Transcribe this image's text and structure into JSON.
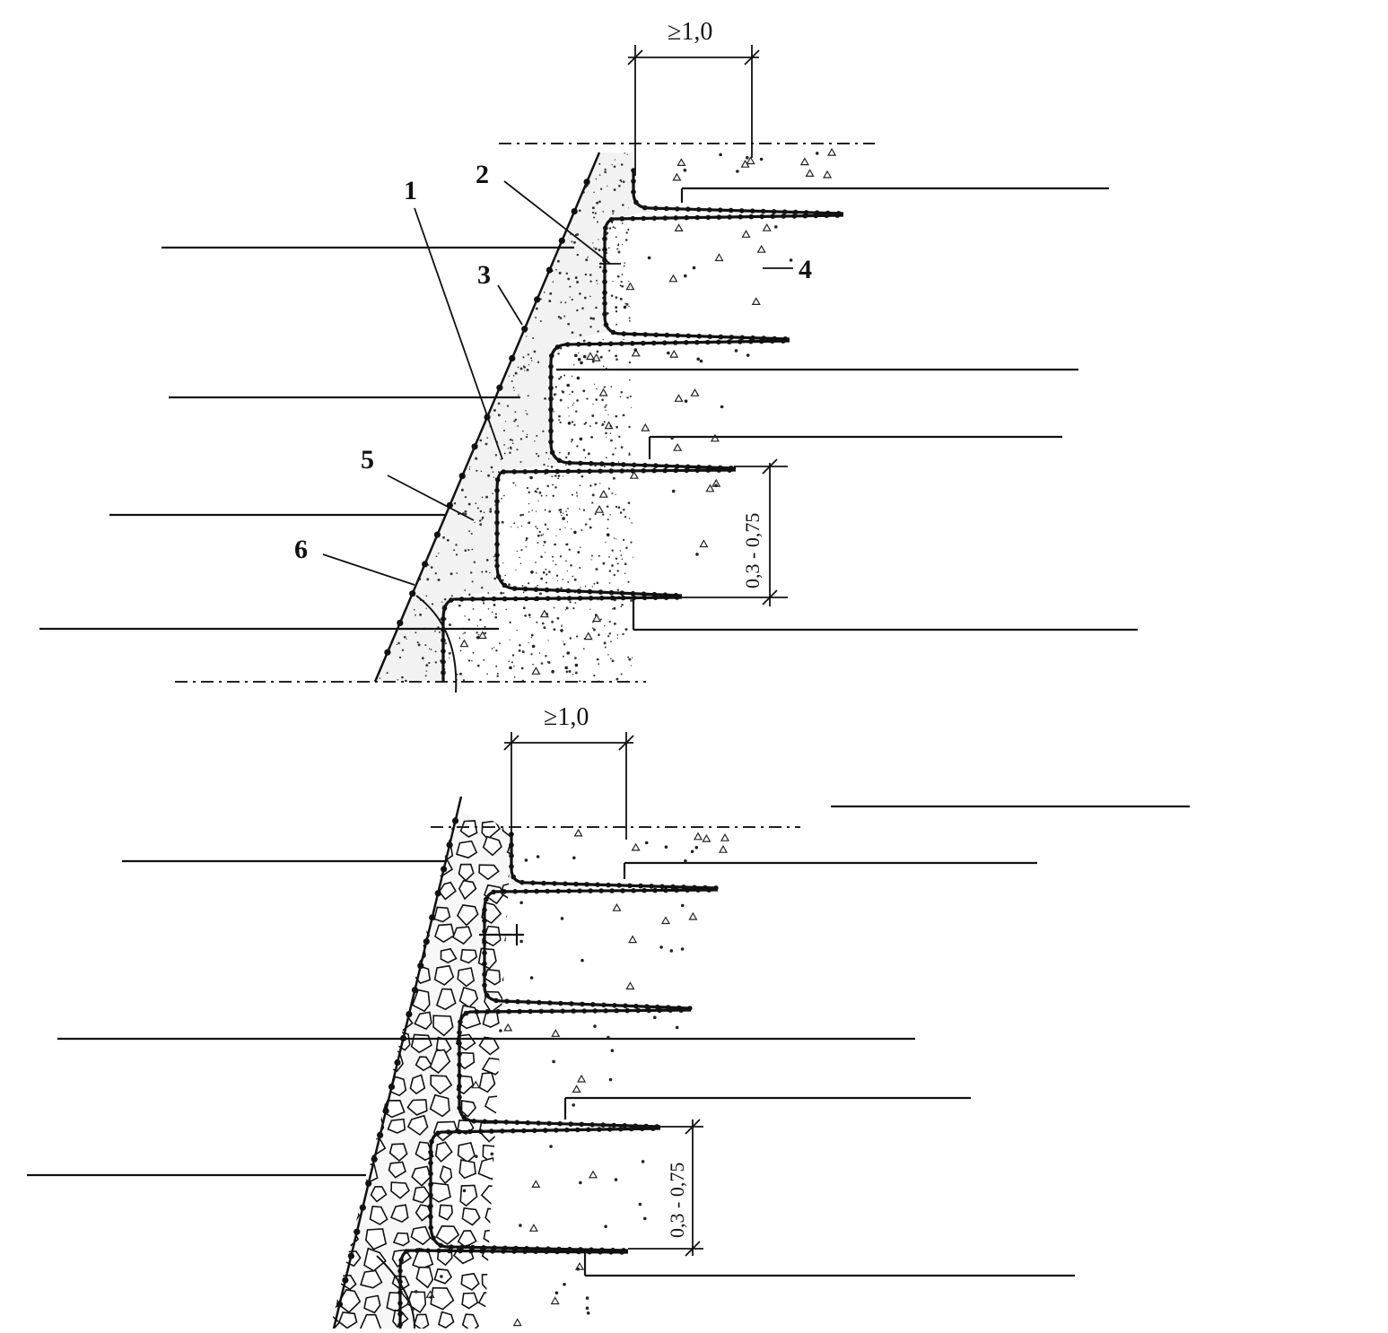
{
  "diagram": {
    "top_figure": {
      "callouts": {
        "c1": "1",
        "c2": "2",
        "c3": "3",
        "c4": "4",
        "c5": "5",
        "c6": "6"
      },
      "dim_horizontal": "≥1,0",
      "dim_vertical": "0,3 - 0,75",
      "fill_pattern": "sand (dotted)"
    },
    "bottom_figure": {
      "dim_horizontal": "≥1,0",
      "dim_vertical": "0,3 - 0,75",
      "fill_pattern": "stones (polygons)"
    },
    "colors": {
      "ink": "#111111",
      "background": "#ffffff"
    }
  }
}
